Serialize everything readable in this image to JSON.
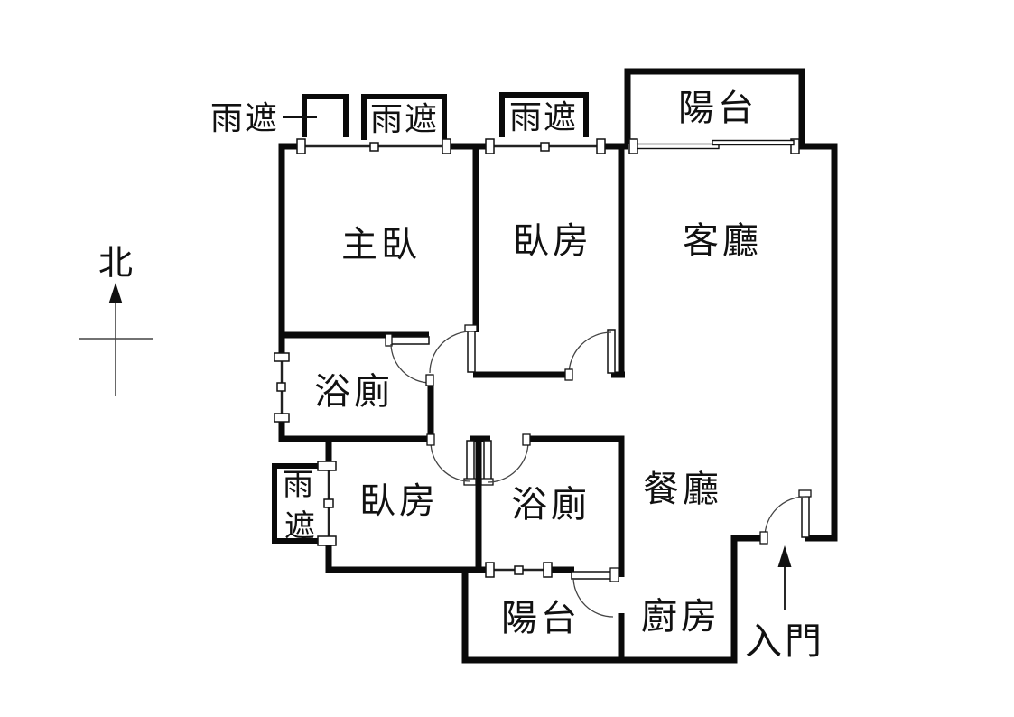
{
  "compass": {
    "north_label": "北"
  },
  "canopies": {
    "top_left_label": "雨遮",
    "top_mid_label": "雨遮",
    "top_right_label": "雨遮",
    "left_char1": "雨",
    "left_char2": "遮"
  },
  "rooms": {
    "balcony_top": "陽台",
    "master_bedroom": "主臥",
    "bedroom_a": "臥房",
    "living_room": "客廳",
    "bathroom_a": "浴廁",
    "bedroom_b": "臥房",
    "bathroom_b": "浴廁",
    "dining_room": "餐廳",
    "balcony_bottom": "陽台",
    "kitchen": "廚房"
  },
  "entrance": {
    "label": "入門"
  },
  "colors": {
    "wall": "#0a0a0a",
    "background": "#ffffff",
    "thin_line": "#444444"
  }
}
